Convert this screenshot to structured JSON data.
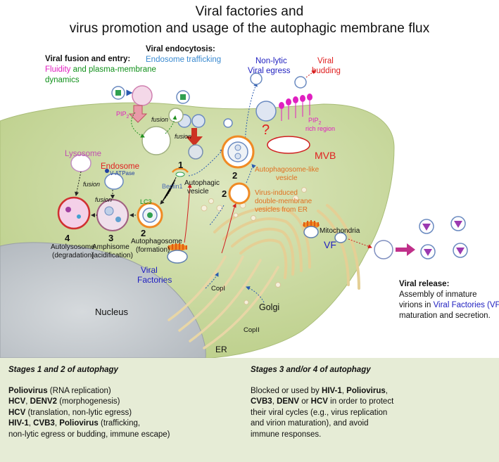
{
  "title": {
    "line1": "Viral factories and",
    "line2": "virus promotion and usage of the autophagic membrane flux"
  },
  "labels": {
    "viral_fusion": "Viral fusion and entry:",
    "fluidity": "Fluidity",
    "and": " and ",
    "plasma_dyn1": "plasma-membrane",
    "plasma_dyn2": "dynamics",
    "viral_endocytosis": "Viral endocytosis:",
    "endosome_trafficking": "Endosome trafficking",
    "nonlytic1": "Non-lytic",
    "nonlytic2": "Viral egress",
    "budding1": "Viral",
    "budding2": "budding",
    "pip2_left": "PIP",
    "pip2_right": "PIP",
    "pip2_sub": "2",
    "rich_region": "rich region",
    "fusion1": "fusion",
    "fusion2": "fusion",
    "fusion3": "fusion",
    "fusion4": "fusion",
    "question": "?",
    "mvb": "MVB",
    "lysosome": "Lysosome",
    "endosome": "Endosome",
    "vatpase": "V-ATPase",
    "beclin": "Beclin1",
    "lc3": "LC3",
    "num1": "1",
    "num2a": "2",
    "num2b": "2",
    "num2c": "2",
    "num3": "3",
    "num4": "4",
    "autophagic_vesicle1": "Autophagic",
    "autophagic_vesicle2": "vesicle",
    "autophagosome_like1": "Autophagosome-like",
    "autophagosome_like2": "vesicle",
    "virus_induced1": "Virus-induced",
    "virus_induced2": "double-membrane",
    "virus_induced3": "vesicles from ER",
    "autolysosome1": "Autolysosome",
    "autolysosome2": "(degradation)",
    "amphisome1": "Amphisome",
    "amphisome2": "(acidification)",
    "autophagosome1": "Autophagosome",
    "autophagosome2": "(formation)",
    "mitochondria": "Mitochondria",
    "vf": "VF",
    "viral_factories1": "Viral",
    "viral_factories2": "Factories",
    "copi": "CopI",
    "copii": "CopII",
    "golgi": "Golgi",
    "nucleus": "Nucleus",
    "er": "ER",
    "release_title": "Viral release:",
    "release1": "Assembly of inmature",
    "release2a": "virions in ",
    "release2b": "Viral Factories (VFs)",
    "release2c": ",",
    "release3": "maturation and secretion."
  },
  "panel": {
    "left": {
      "heading": "Stages 1 and 2 of autophagy",
      "lines": [
        {
          "b": "Poliovirus",
          "t": " (RNA replication)"
        },
        {
          "b": "HCV",
          "t": ", ",
          "b2": "DENV2",
          "t2": " (morphogenesis)"
        },
        {
          "b": "HCV",
          "t": " (translation, non-lytic egress)"
        },
        {
          "b": "HIV-1",
          "t": ", ",
          "b2": "CVB3",
          "t2": ", ",
          "b3": "Poliovirus",
          "t3": " (trafficking,"
        },
        {
          "t": "non-lytic egress or budding, immune escape)"
        }
      ]
    },
    "right": {
      "heading": "Stages 3 and/or 4 of autophagy",
      "lines": [
        {
          "t": "Blocked or used by ",
          "b": "HIV-1",
          "t2": ", ",
          "b2": "Poliovirus",
          "t3": ","
        },
        {
          "b": "CVB3",
          "t": ", ",
          "b2": "DENV",
          "t2": " or ",
          "b3": "HCV",
          "t3": " in order to protect"
        },
        {
          "t": "their viral cycles (e.g., virus replication"
        },
        {
          "t": "and virion maturation), and avoid"
        },
        {
          "t": "immune responses."
        }
      ]
    }
  },
  "colors": {
    "cell": "#c9d99f",
    "cell_light": "#e2ebc8",
    "nucleus": "#c3c8cc",
    "panel": "#e6ecd6",
    "orange": "#f08a24",
    "red_text": "#e02020",
    "blue_text": "#2020c0",
    "magenta": "#e020c0",
    "green_text": "#10901a",
    "lightblue_text": "#3a8ad0"
  }
}
